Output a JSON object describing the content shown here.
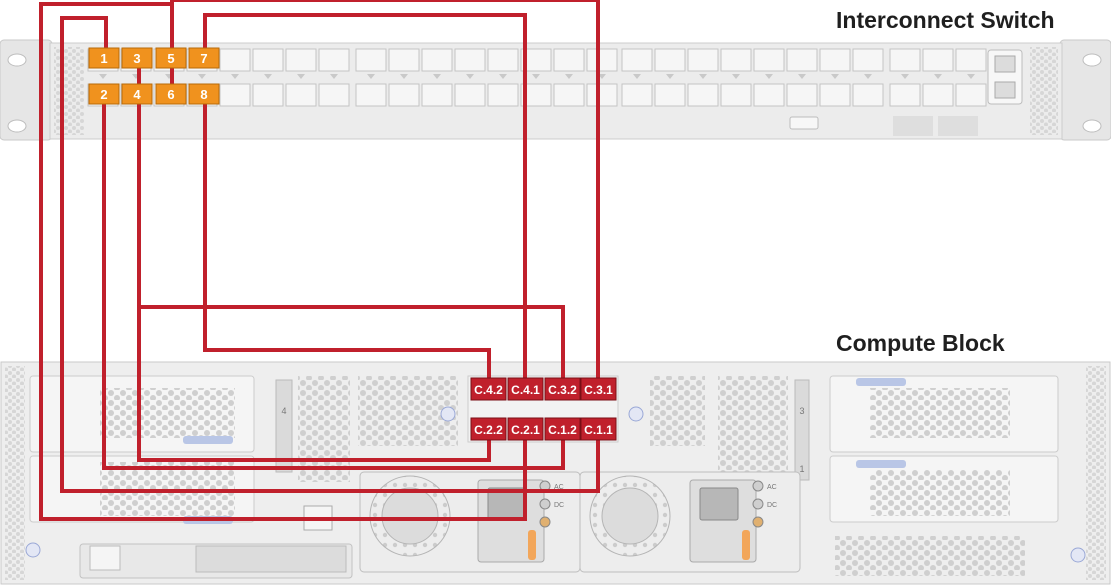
{
  "switch": {
    "title": "Interconnect Switch",
    "port_labels_top": [
      "1",
      "3",
      "5",
      "7"
    ],
    "port_labels_bottom": [
      "2",
      "4",
      "6",
      "8"
    ],
    "port_color": "#f0921e"
  },
  "compute": {
    "title": "Compute Block",
    "port_labels_top": [
      "C.4.2",
      "C.4.1",
      "C.3.2",
      "C.3.1"
    ],
    "port_labels_bottom": [
      "C.2.2",
      "C.2.1",
      "C.1.2",
      "C.1.1"
    ],
    "slot_labels": [
      "4",
      "3",
      "1"
    ],
    "psu_labels": [
      "AC",
      "DC"
    ],
    "port_color": "#c0202c"
  },
  "cable_color": "#c0202c",
  "connections": [
    {
      "from": "5",
      "to": "C.3.2"
    },
    {
      "from": "7",
      "to": "C.4.2"
    },
    {
      "from": "3",
      "to": "C.3.1"
    },
    {
      "from": "4",
      "to": "C.2.2"
    },
    {
      "from": "2",
      "to": "C.1.2"
    },
    {
      "from": "1",
      "to": "C.4.1"
    },
    {
      "from": "6",
      "to": "C.2.1"
    },
    {
      "from": "8",
      "to": "C.1.1"
    }
  ]
}
